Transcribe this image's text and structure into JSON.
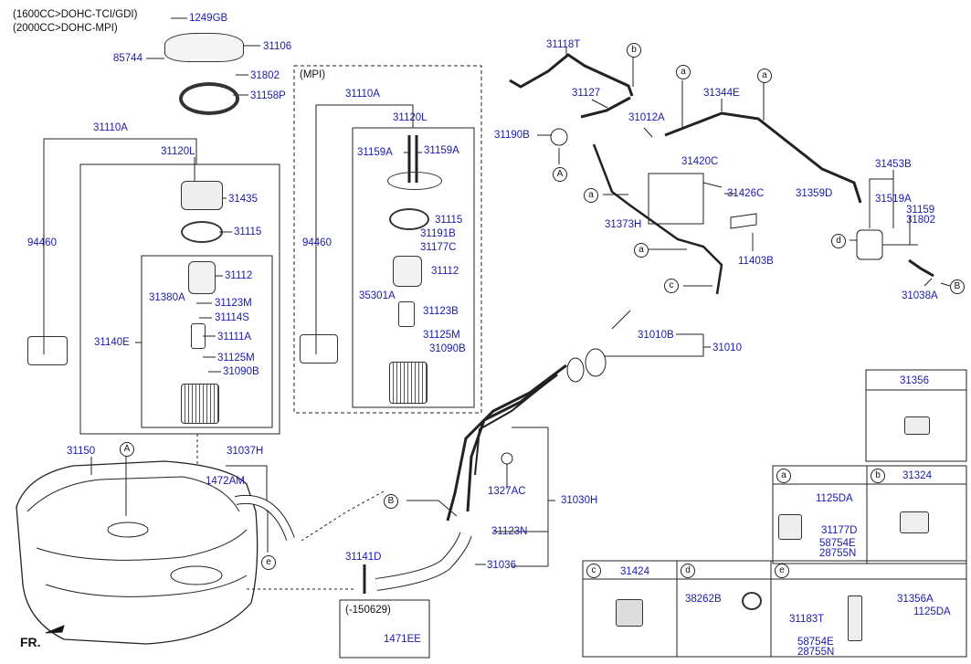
{
  "notes": {
    "engine_line1": "(1600CC>DOHC-TCI/GDI)",
    "engine_line2": "(2000CC>DOHC-MPI)",
    "mpi": "(MPI)",
    "date_range": "(-150629)",
    "fr": "FR."
  },
  "parts": {
    "p1249GB": "1249GB",
    "p31106": "31106",
    "p85744": "85744",
    "p31802a": "31802",
    "p31158P": "31158P",
    "p31110A_l": "31110A",
    "p31120L_l": "31120L",
    "p31435": "31435",
    "p31115_l": "31115",
    "p94460_l": "94460",
    "p31112_l": "31112",
    "p31380A": "31380A",
    "p31123M": "31123M",
    "p31114S": "31114S",
    "p31140E": "31140E",
    "p31111A": "31111A",
    "p31125M_l": "31125M",
    "p31090B_l": "31090B",
    "p31110A_m": "31110A",
    "p31120L_m": "31120L",
    "p31159A_1": "31159A",
    "p31159A_2": "31159A",
    "p31115_m": "31115",
    "p94460_m": "94460",
    "p31191B": "31191B",
    "p31177C": "31177C",
    "p31112_m": "31112",
    "p35301A": "35301A",
    "p31123B": "31123B",
    "p31125M_m": "31125M",
    "p31090B_m": "31090B",
    "p31118T": "31118T",
    "p31127": "31127",
    "p31012A": "31012A",
    "p31190B": "31190B",
    "p31420C": "31420C",
    "p31426C": "31426C",
    "p31373H": "31373H",
    "p11403B": "11403B",
    "p31344E": "31344E",
    "p31453B": "31453B",
    "p31359D": "31359D",
    "p31519A": "31519A",
    "p31159": "31159",
    "p31802b": "31802",
    "p31038A": "31038A",
    "p31010B": "31010B",
    "p31010": "31010",
    "p31150": "31150",
    "p31037H": "31037H",
    "p1472AM": "1472AM",
    "p1327AC": "1327AC",
    "p31030H": "31030H",
    "p31123N": "31123N",
    "p31141D": "31141D",
    "p31036": "31036",
    "p1471EE": "1471EE",
    "p31356": "31356",
    "p31324": "31324",
    "p1125DA_a": "1125DA",
    "p31177D": "31177D",
    "p58754E_a": "58754E",
    "p28755N_a": "28755N",
    "p31424": "31424",
    "p38262B": "38262B",
    "p31356A": "31356A",
    "p1125DA_e": "1125DA",
    "p31183T": "31183T",
    "p58754E_e": "58754E",
    "p28755N_e": "28755N"
  },
  "markers": {
    "a": "a",
    "b": "b",
    "c": "c",
    "d": "d",
    "e": "e",
    "A": "A",
    "B": "B"
  }
}
